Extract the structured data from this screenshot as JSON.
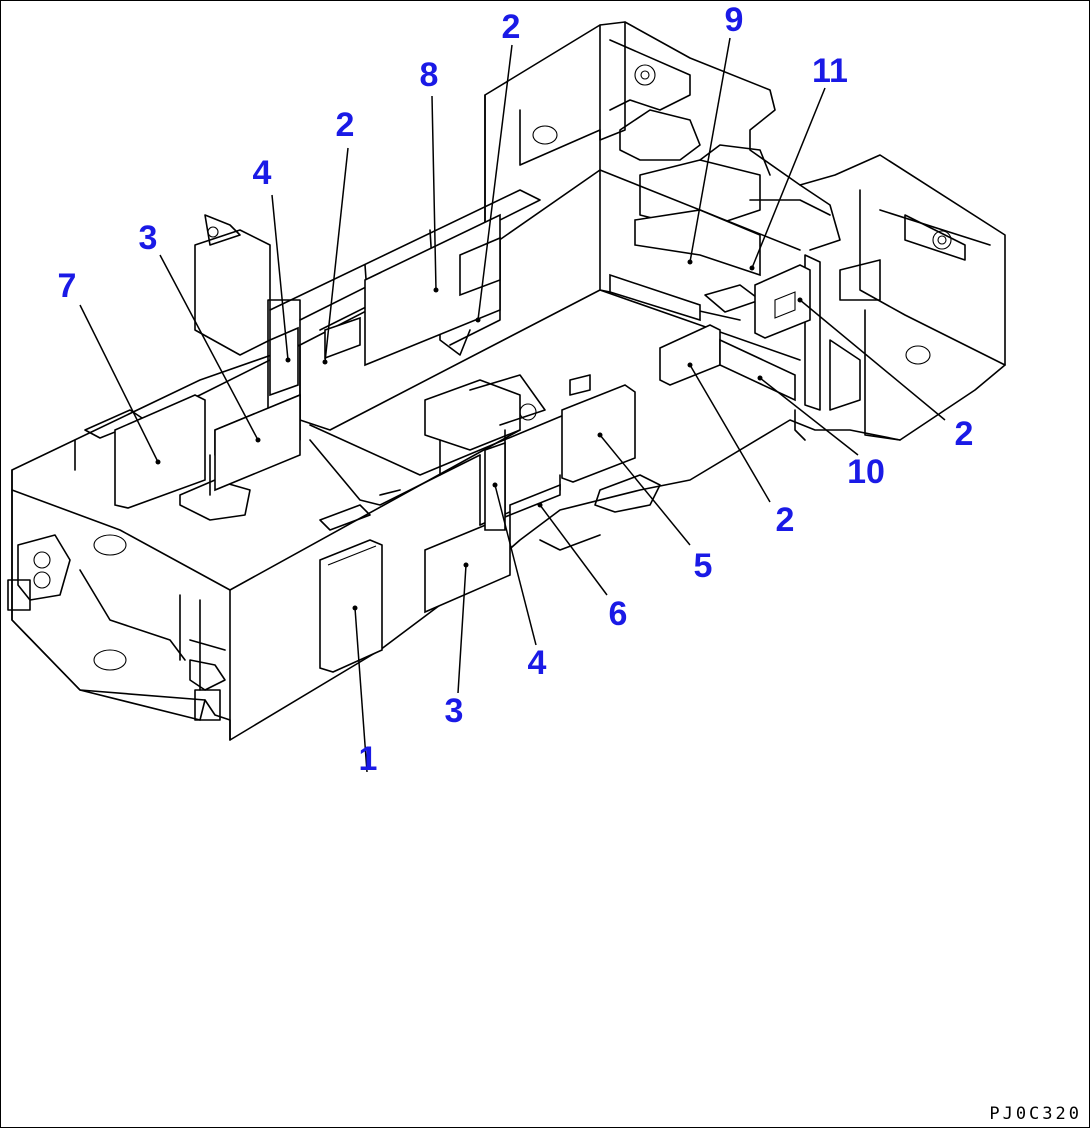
{
  "diagram": {
    "callouts": {
      "c1": "1",
      "c2a": "2",
      "c2b": "2",
      "c2c": "2",
      "c2d": "2",
      "c3a": "3",
      "c3b": "3",
      "c4a": "4",
      "c4b": "4",
      "c5": "5",
      "c6": "6",
      "c7": "7",
      "c8": "8",
      "c9": "9",
      "c10": "10",
      "c11": "11"
    },
    "drawing_code": "PJ0C320",
    "callout_color": "#1a1ae6"
  }
}
